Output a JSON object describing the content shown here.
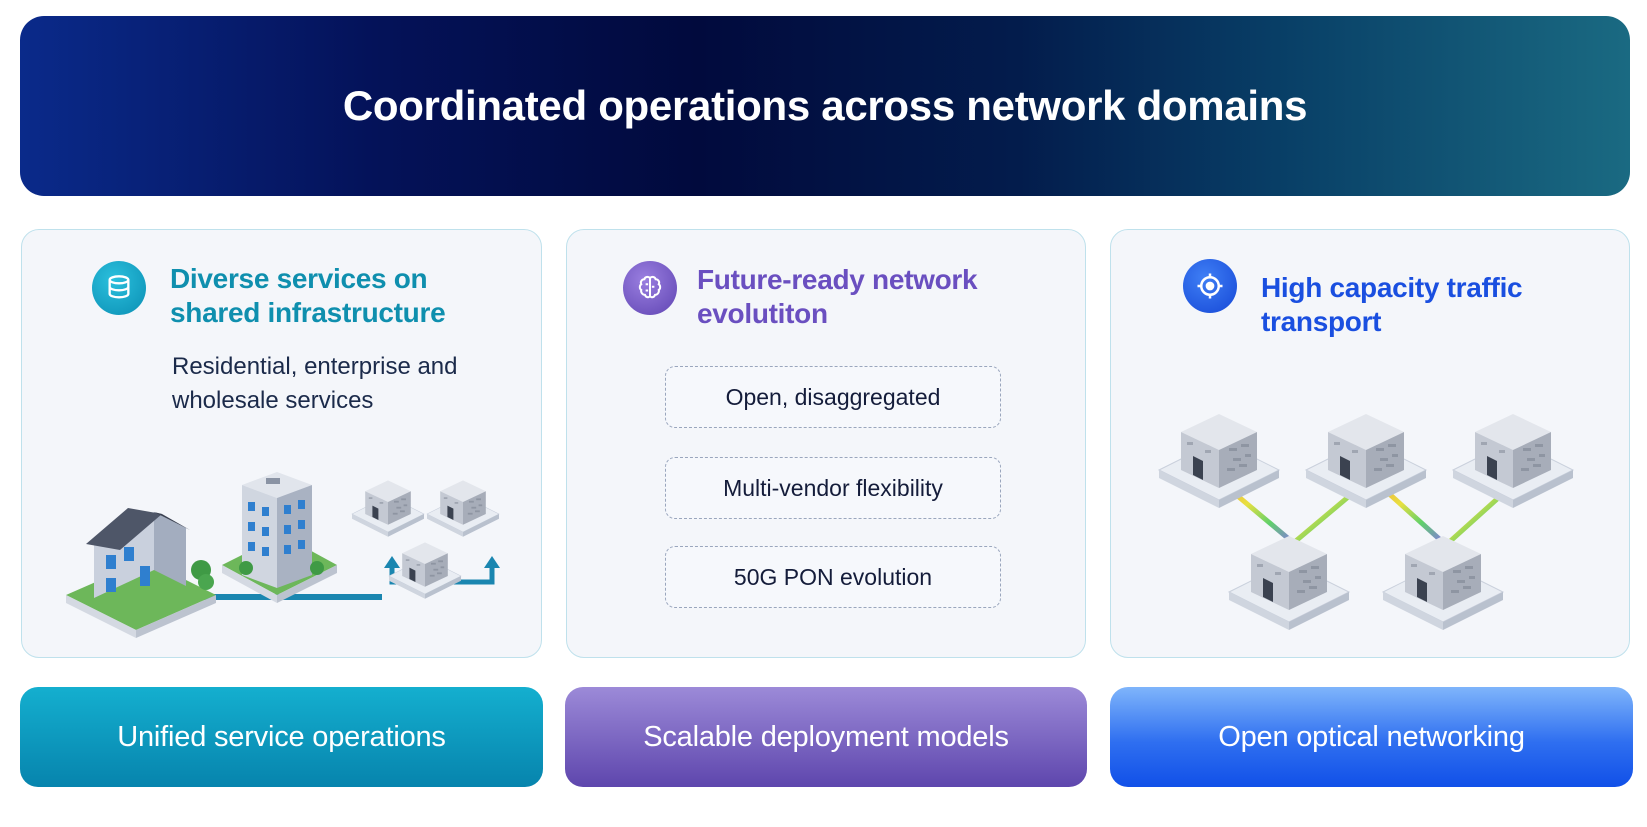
{
  "banner": {
    "title": "Coordinated operations across network domains"
  },
  "cards": [
    {
      "icon": "database-icon",
      "title_line1": "Diverse services on",
      "title_line2": "shared infrastructure",
      "subtitle_line1": "Residential, enterprise and",
      "subtitle_line2": "wholesale services",
      "accent": "#0f8fae"
    },
    {
      "icon": "brain-icon",
      "title_line1": "Future-ready network",
      "title_line2": "evolutiton",
      "items": [
        "Open, disaggregated",
        "Multi-vendor flexibility",
        "50G PON evolution"
      ],
      "accent": "#6a4fc0"
    },
    {
      "icon": "target-icon",
      "title_line1": "High capacity traffic",
      "title_line2": "transport",
      "accent": "#1a4fe0"
    }
  ],
  "footer": [
    {
      "label": "Unified service operations",
      "color": "#0a98bf"
    },
    {
      "label": "Scalable deployment models",
      "color": "#7a63c4"
    },
    {
      "label": "Open optical networking",
      "color": "#2a66f0"
    }
  ]
}
